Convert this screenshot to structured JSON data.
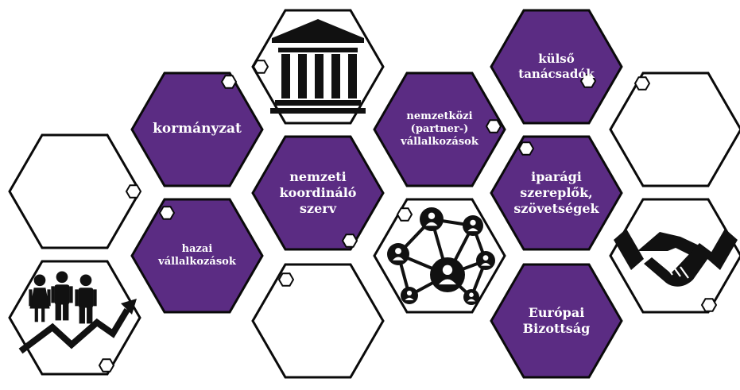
{
  "colors": {
    "purple": "#5b2c83",
    "outline": "#0a0a0a",
    "light": "#ffffff",
    "icon": "#111111",
    "label_text": "#ffffff"
  },
  "hexes": [
    {
      "id": "kormanyzat",
      "fill": "purple",
      "label": "kormányzat"
    },
    {
      "id": "nemzeti-koordinalo-szerv",
      "fill": "purple",
      "label": "nemzeti\nkoordináló\nszerv"
    },
    {
      "id": "nemzetkozi-partner-vallalkozasok",
      "fill": "purple",
      "label": "nemzetközi\n(partner-)\nvállalkozások"
    },
    {
      "id": "kulso-tanacsadok",
      "fill": "purple",
      "label": "külső\ntanácsadók"
    },
    {
      "id": "iparagi-szereplok-szovetsegek",
      "fill": "purple",
      "label": "iparági\nszereplők,\nszövetségek"
    },
    {
      "id": "hazai-vallalkozasok",
      "fill": "purple",
      "label": "hazai\nvállalkozások"
    },
    {
      "id": "europai-bizottsag",
      "fill": "purple",
      "label": "Európai\nBizottság"
    },
    {
      "id": "government-building",
      "fill": "light",
      "icon": "government-building-icon"
    },
    {
      "id": "network",
      "fill": "light",
      "icon": "people-network-icon"
    },
    {
      "id": "handshake",
      "fill": "light",
      "icon": "handshake-icon"
    },
    {
      "id": "growth",
      "fill": "light",
      "icon": "people-growth-chart-icon"
    },
    {
      "id": "empty-left",
      "fill": "light"
    },
    {
      "id": "empty-right",
      "fill": "light"
    },
    {
      "id": "empty-bottom",
      "fill": "light"
    }
  ]
}
